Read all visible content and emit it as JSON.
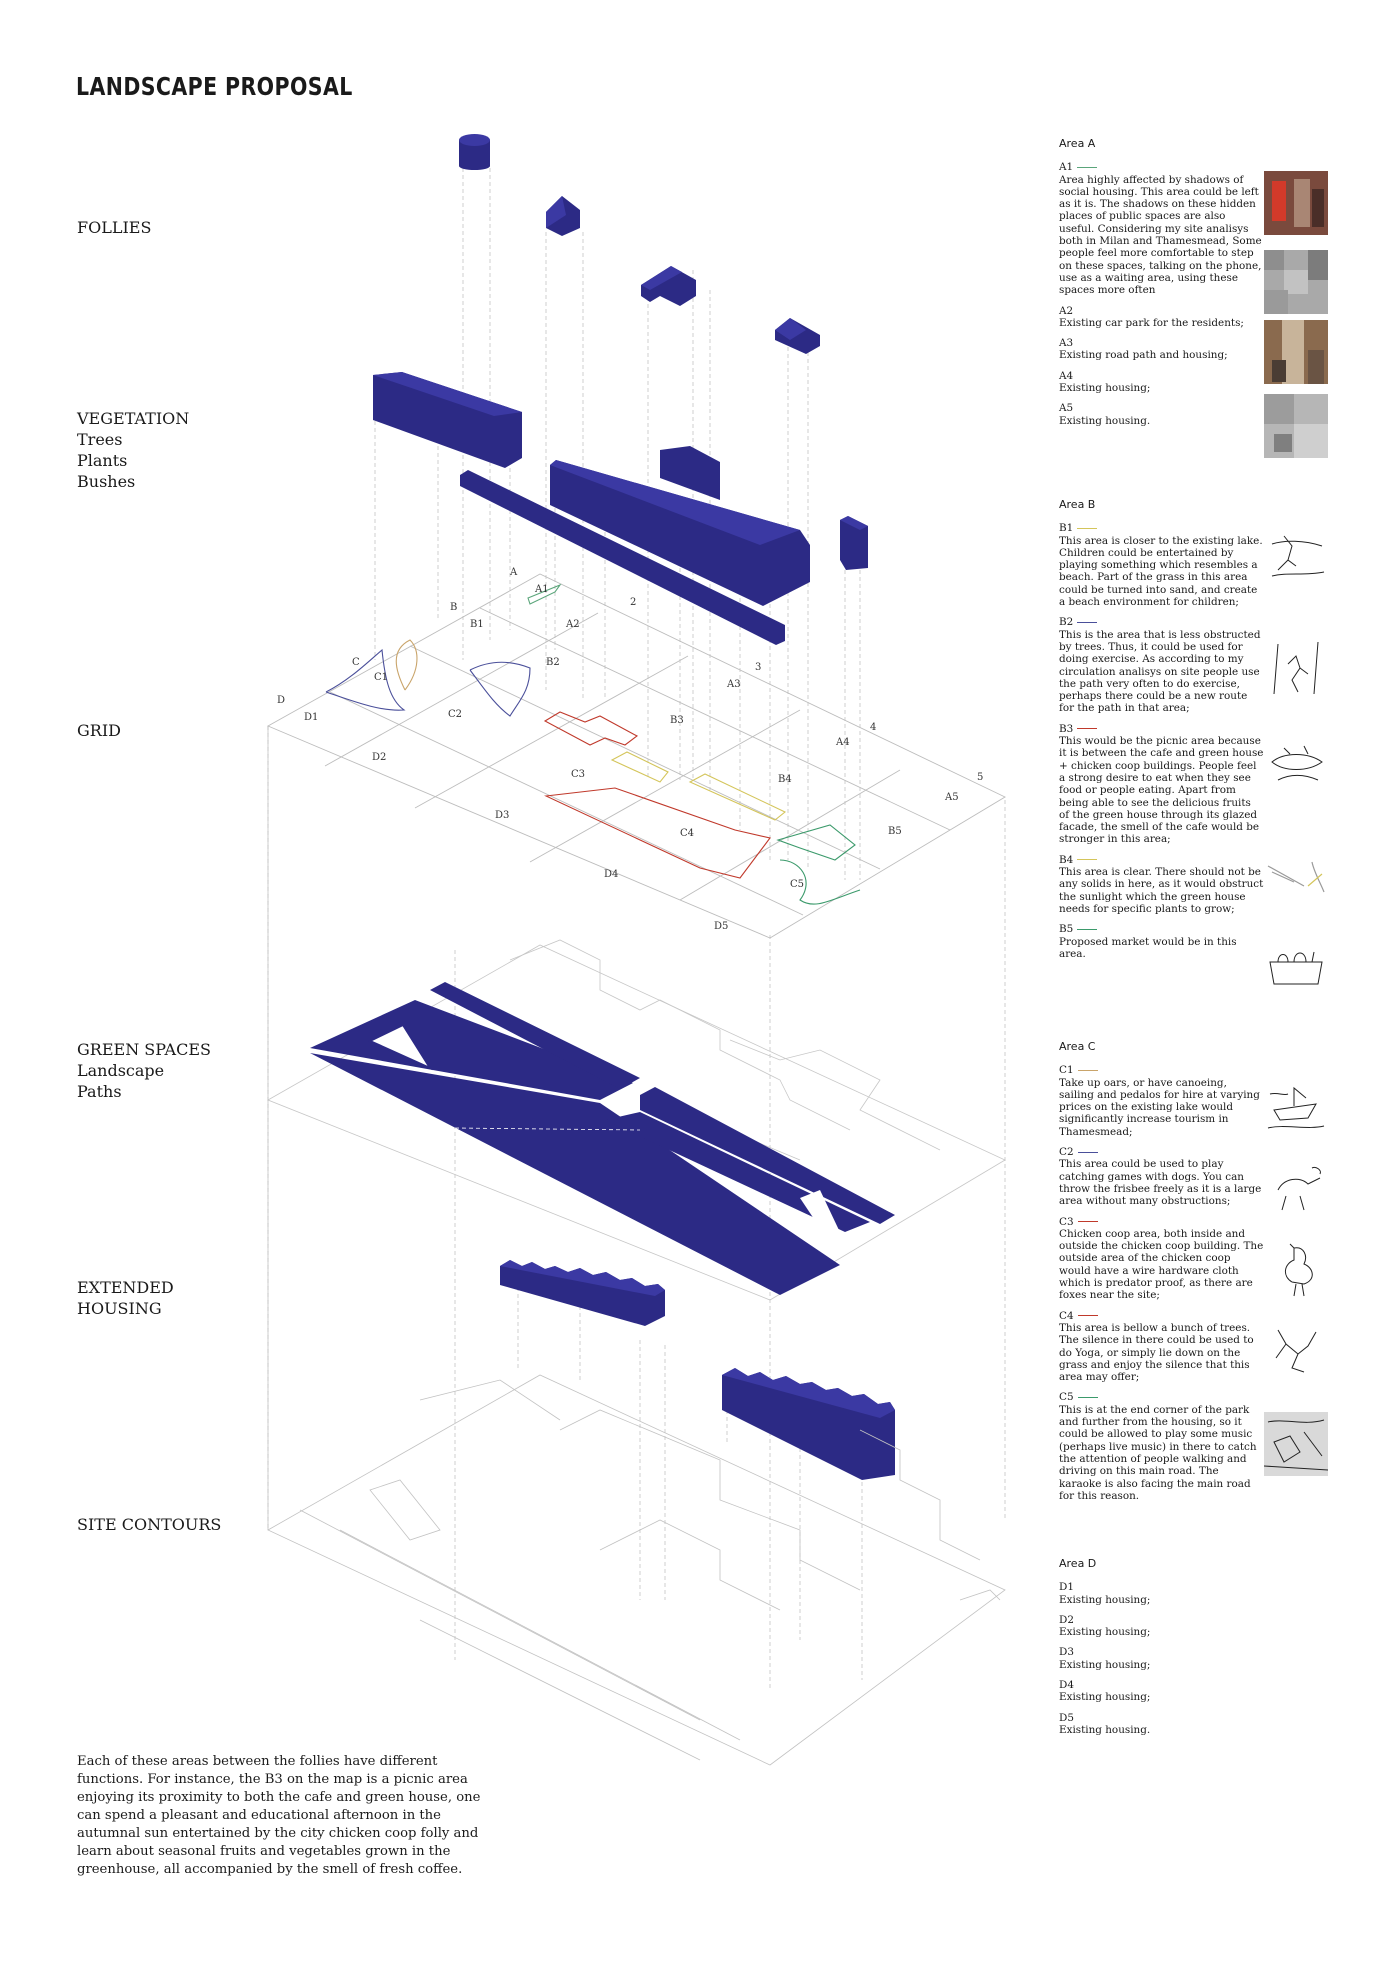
{
  "page_title": "LANDSCAPE PROPOSAL",
  "layers": [
    {
      "key": "follies",
      "lines": [
        "FOLLIES"
      ]
    },
    {
      "key": "vegetation",
      "lines": [
        "VEGETATION",
        "Trees",
        "Plants",
        "Bushes"
      ]
    },
    {
      "key": "grid",
      "lines": [
        "GRID"
      ]
    },
    {
      "key": "green_spaces",
      "lines": [
        "GREEN SPACES",
        "Landscape",
        "Paths"
      ]
    },
    {
      "key": "extended_housing",
      "lines": [
        "EXTENDED",
        "HOUSING"
      ]
    },
    {
      "key": "site_contours",
      "lines": [
        "SITE CONTOURS"
      ]
    }
  ],
  "grid_labels": {
    "rows": [
      "A",
      "B",
      "C",
      "D"
    ],
    "columns": [
      "2",
      "3",
      "4",
      "5"
    ],
    "zones": [
      "A1",
      "A2",
      "A3",
      "A4",
      "A5",
      "B1",
      "B2",
      "B3",
      "B4",
      "B5",
      "C1",
      "C2",
      "C3",
      "C4",
      "C5",
      "D1",
      "D2",
      "D3",
      "D4",
      "D5"
    ]
  },
  "colors": {
    "navy": "#2c2a85",
    "navy_dark": "#1f1d66",
    "navy_light": "#3b39a3",
    "a_line": "#5aa57a",
    "b_line": "#d4c55a",
    "c1_line": "#c9a46a",
    "c2_line": "#4a4f9a",
    "c3_line": "#c0392b",
    "c4_line": "#c0392b",
    "c5_line": "#3b9a6b",
    "grey_line": "#b5b5b5"
  },
  "caption": "Each of these areas between the follies have different functions. For instance, the B3 on the map is a picnic area enjoying its proximity to both the cafe and green house, one can spend a pleasant and educational afternoon in the autumnal sun entertained by the city chicken coop folly and learn about seasonal fruits and vegetables grown in the greenhouse, all accompanied by the smell of fresh coffee.",
  "areas": [
    {
      "title": "Area A",
      "entries": [
        {
          "code": "A1",
          "color": "#5aa57a",
          "text": "Area highly affected by shadows of social housing. This area could be left as it is. The shadows on these hidden places of public spaces are also useful. Considering my site analisys both in Milan and Thamesmead, Some people feel more comfortable to step on these spaces, talking on the phone, use as a waiting area,   using these spaces more often"
        },
        {
          "code": "A2",
          "color": "",
          "text": "Existing car park for the residents;"
        },
        {
          "code": "A3",
          "color": "",
          "text": "Existing road path and housing;"
        },
        {
          "code": "A4",
          "color": "",
          "text": "Existing housing;"
        },
        {
          "code": "A5",
          "color": "",
          "text": "Existing housing."
        }
      ]
    },
    {
      "title": "Area B",
      "entries": [
        {
          "code": "B1",
          "color": "#d4c55a",
          "text": "This area is closer to the existing lake. Children could be entertained by playing something which resembles a beach. Part of the grass in this area could be turned into sand, and create a beach environment for children;"
        },
        {
          "code": "B2",
          "color": "#4a4f9a",
          "text": "This is the area that is less obstructed by trees. Thus, it could be used for doing exercise. As according to my circulation analisys on site people use the path very often to do exercise, perhaps there could be a new route for the path in that area;"
        },
        {
          "code": "B3",
          "color": "#c0392b",
          "text": "This would be the picnic area because it is between the cafe and green house + chicken coop buildings. People feel a strong desire to eat when they see food or people eating. Apart from being able to see the delicious fruits of the green house through its glazed facade, the smell of the cafe would be stronger in this area;"
        },
        {
          "code": "B4",
          "color": "#d4c55a",
          "text": "This area is clear. There should not be any solids in here, as it would obstruct the sunlight which the green house needs for specific plants to grow;"
        },
        {
          "code": "B5",
          "color": "#3b9a6b",
          "text": "Proposed market would be in this area."
        }
      ]
    },
    {
      "title": "Area C",
      "entries": [
        {
          "code": "C1",
          "color": "#c9a46a",
          "text": "Take up oars, or have canoeing, sailing and pedalos for hire at varying prices on the existing lake would significantly increase tourism in Thamesmead;"
        },
        {
          "code": "C2",
          "color": "#4a4f9a",
          "text": "This area could be used to play catching games with dogs. You can throw the frisbee freely as it is a large area without many obstructions;"
        },
        {
          "code": "C3",
          "color": "#c0392b",
          "text": "Chicken coop area, both inside and outside the chicken coop building. The outside area of the chicken coop would have a wire hardware cloth which is predator proof, as there are foxes near the site;"
        },
        {
          "code": "C4",
          "color": "#c0392b",
          "text": "This area is bellow a bunch of trees. The silence in there could be used to do Yoga, or simply lie down on the grass and enjoy the silence that this area may offer;"
        },
        {
          "code": "C5",
          "color": "#3b9a6b",
          "text": "This is at the end corner of the park and further from the housing, so it could be allowed to play some music (perhaps live music) in there to catch the attention of people walking and driving on this main road. The karaoke is also facing the main road for this reason."
        }
      ]
    },
    {
      "title": "Area D",
      "entries": [
        {
          "code": "D1",
          "color": "",
          "text": "Existing housing;"
        },
        {
          "code": "D2",
          "color": "",
          "text": "Existing housing;"
        },
        {
          "code": "D3",
          "color": "",
          "text": "Existing housing;"
        },
        {
          "code": "D4",
          "color": "",
          "text": "Existing housing;"
        },
        {
          "code": "D5",
          "color": "",
          "text": "Existing housing."
        }
      ]
    }
  ],
  "thumbnails": [
    {
      "name": "photo-a1-icon"
    },
    {
      "name": "photo-a2-icon"
    },
    {
      "name": "photo-a3-icon"
    },
    {
      "name": "photo-a4-icon"
    },
    {
      "name": "sketch-b1-icon"
    },
    {
      "name": "sketch-b2-icon"
    },
    {
      "name": "sketch-b3-icon"
    },
    {
      "name": "sketch-b4-icon"
    },
    {
      "name": "sketch-b5-icon"
    },
    {
      "name": "sketch-c1-icon"
    },
    {
      "name": "sketch-c2-icon"
    },
    {
      "name": "sketch-c3-icon"
    },
    {
      "name": "sketch-c4-icon"
    },
    {
      "name": "sketch-c5-icon"
    }
  ]
}
